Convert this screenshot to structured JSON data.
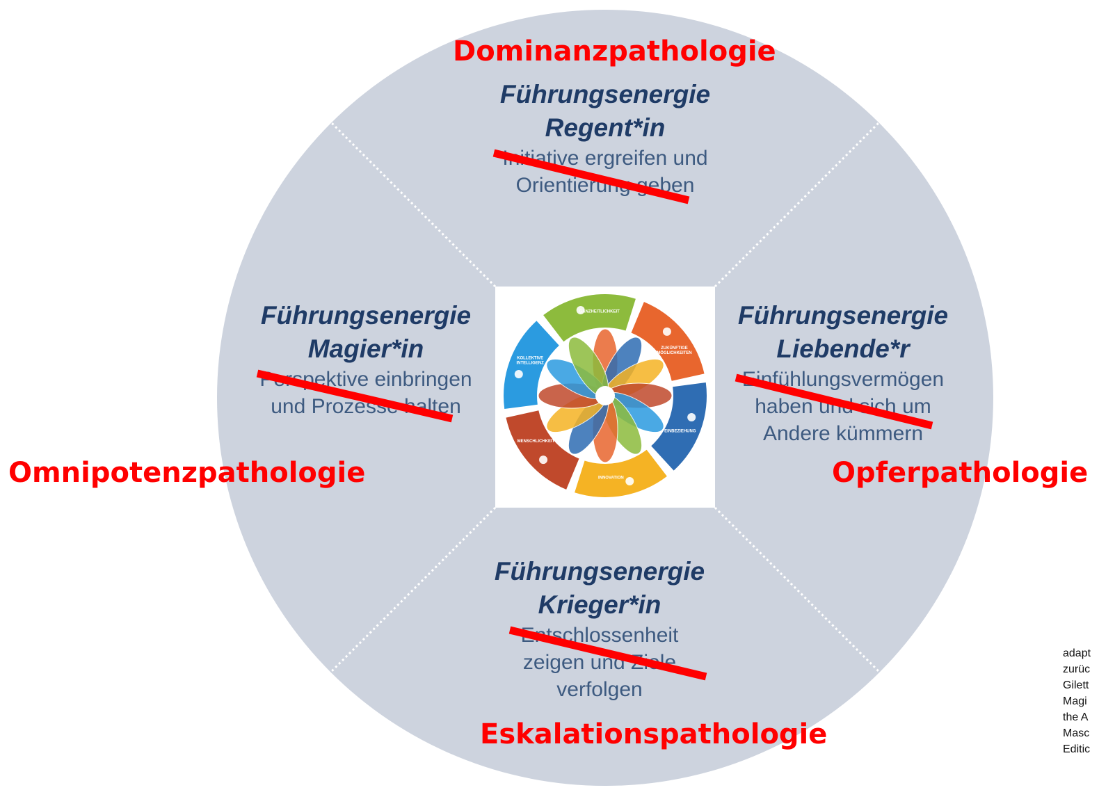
{
  "diagram": {
    "colors": {
      "circle_fill": "#cdd3de",
      "divider": "#ffffff",
      "quadrant_text": "#1f3b66",
      "pathology_red": "#ff0000",
      "strike_red": "#ff0000"
    },
    "quadrants": {
      "top": {
        "title_line1": "Führungsenergie",
        "title_line2": "Regent*in",
        "desc_line1": "Initiative ergreifen und",
        "desc_line2": "Orientierung geben"
      },
      "left": {
        "title_line1": "Führungsenergie",
        "title_line2": "Magier*in",
        "desc_line1": "Perspektive einbringen",
        "desc_line2": "und Prozesse halten"
      },
      "right": {
        "title_line1": "Führungsenergie",
        "title_line2": "Liebende*r",
        "desc_line1": "Einfühlungsvermögen",
        "desc_line2": "haben und sich um",
        "desc_line3": "Andere kümmern"
      },
      "bottom": {
        "title_line1": "Führungsenergie",
        "title_line2": "Krieger*in",
        "desc_line1": "Entschlossenheit",
        "desc_line2": "zeigen und Ziele",
        "desc_line3": "verfolgen"
      }
    },
    "pathologies": {
      "top": "Dominanzpathologie",
      "left": "Omnipotenzpathologie",
      "right": "Opferpathologie",
      "bottom": "Eskalationspathologie"
    },
    "center_wheel": {
      "segments": [
        {
          "label_line1": "ZUKÜNFTIGE",
          "label_line2": "MÖGLICHKEITEN",
          "color": "#e8662e",
          "icon": "person-with-idea-icon"
        },
        {
          "label_line1": "EINBEZIEHUNG",
          "label_line2": "",
          "color": "#2f6db3",
          "icon": "group-icon"
        },
        {
          "label_line1": "INNOVATION",
          "label_line2": "",
          "color": "#f5b324",
          "icon": "person-with-lightbulb-icon"
        },
        {
          "label_line1": "MENSCHLICHKEIT",
          "label_line2": "",
          "color": "#c0492c",
          "icon": "person-with-heart-icon"
        },
        {
          "label_line1": "KOLLEKTIVE",
          "label_line2": "INTELLIGENZ",
          "color": "#2b9be0",
          "icon": "cloud-people-icon"
        },
        {
          "label_line1": "GANZHEITLICHKEIT",
          "label_line2": "",
          "color": "#8dbb3d",
          "icon": "family-icon"
        }
      ]
    },
    "citation": {
      "line1": "adapt",
      "line2": "zurüc",
      "line3": "Gilett",
      "line4": "Magi",
      "line5": "the A",
      "line6": "Masc",
      "line7": "Editic"
    }
  }
}
